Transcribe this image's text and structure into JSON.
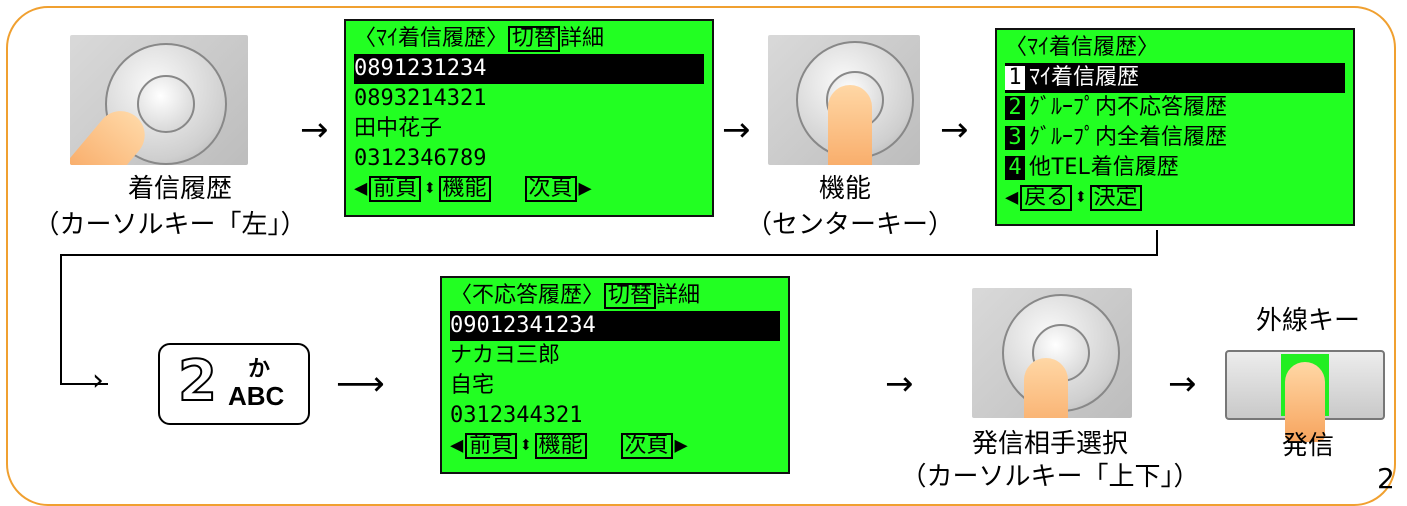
{
  "left_key_caption": "着信履歴",
  "left_key_sub": "（カーソルキー「左」）",
  "center_key_caption": "機能",
  "center_key_sub": "（センターキー）",
  "select_caption": "発信相手選択",
  "select_sub": "（カーソルキー「上下」）",
  "line_key_label": "外線キー",
  "send_label": "発信",
  "key2": {
    "digit": "2",
    "kana": "か",
    "letters": "ABC"
  },
  "page_number": "2",
  "screen1": {
    "header": "〈ﾏｲ着信履歴〉",
    "header_box": "切替",
    "header_tail": "詳細",
    "rows": [
      "0891231234",
      "0893214321",
      "田中花子",
      "0312346789"
    ],
    "prev": "前頁",
    "func": "機能",
    "next": "次頁"
  },
  "screen2": {
    "header": "〈ﾏｲ着信履歴〉",
    "items": [
      {
        "num": "1",
        "label": "ﾏｲ着信履歴"
      },
      {
        "num": "2",
        "label": "ｸﾞﾙｰﾌﾟ内不応答履歴"
      },
      {
        "num": "3",
        "label": "ｸﾞﾙｰﾌﾟ内全着信履歴"
      },
      {
        "num": "4",
        "label": "他TEL着信履歴"
      }
    ],
    "back": "戻る",
    "ok": "決定"
  },
  "screen3": {
    "header": "〈不応答履歴〉",
    "header_box": "切替",
    "header_tail": "詳細",
    "rows": [
      "09012341234",
      "ナカヨ三郎",
      "自宅",
      "0312344321"
    ],
    "prev": "前頁",
    "func": "機能",
    "next": "次頁"
  }
}
